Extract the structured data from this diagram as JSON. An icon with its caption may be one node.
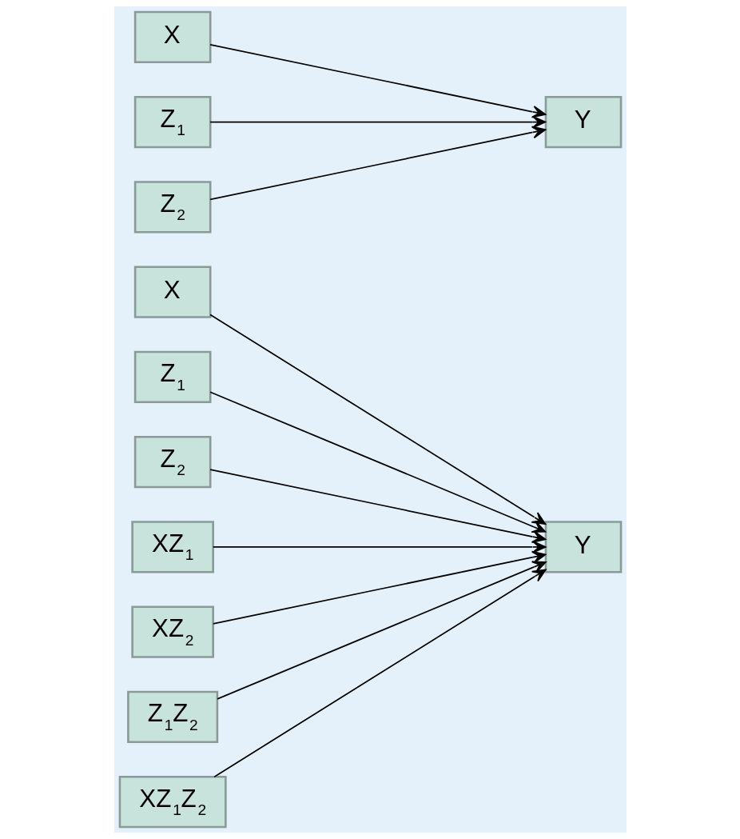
{
  "diagram": {
    "nodes": [
      {
        "text": [
          "X"
        ]
      },
      {
        "text": [
          "Z$_{1}$"
        ]
      },
      {
        "text": [
          "Z$_{2}$"
        ]
      },
      {
        "text": [
          "Y"
        ]
      },
      {
        "text": [
          "X"
        ]
      },
      {
        "text": [
          "Z$_{1}$"
        ]
      },
      {
        "text": [
          "Z$_{2}$"
        ]
      },
      {
        "text": [
          "XZ$_{1}$"
        ]
      },
      {
        "text": [
          "XZ$_{2}$"
        ]
      },
      {
        "text": [
          "Z$_{1}$Z$_{2}$"
        ]
      },
      {
        "text": [
          "XZ$_{1}$Z$_{2}$"
        ]
      },
      {
        "text": [
          "Y"
        ]
      }
    ],
    "edges": [
      {
        "from": 0,
        "to": 3,
        "arrow": "to"
      },
      {
        "from": 1,
        "to": 3,
        "arrow": "to"
      },
      {
        "from": 2,
        "to": 3,
        "arrow": "to"
      },
      {
        "from": 4,
        "to": 11,
        "arrow": "to"
      },
      {
        "from": 5,
        "to": 11,
        "arrow": "to"
      },
      {
        "from": 6,
        "to": 11,
        "arrow": "to"
      },
      {
        "from": 7,
        "to": 11,
        "arrow": "to"
      },
      {
        "from": 8,
        "to": 11,
        "arrow": "to"
      },
      {
        "from": 9,
        "to": 11,
        "arrow": "to"
      },
      {
        "from": 10,
        "to": 11,
        "arrow": "to"
      }
    ]
  }
}
